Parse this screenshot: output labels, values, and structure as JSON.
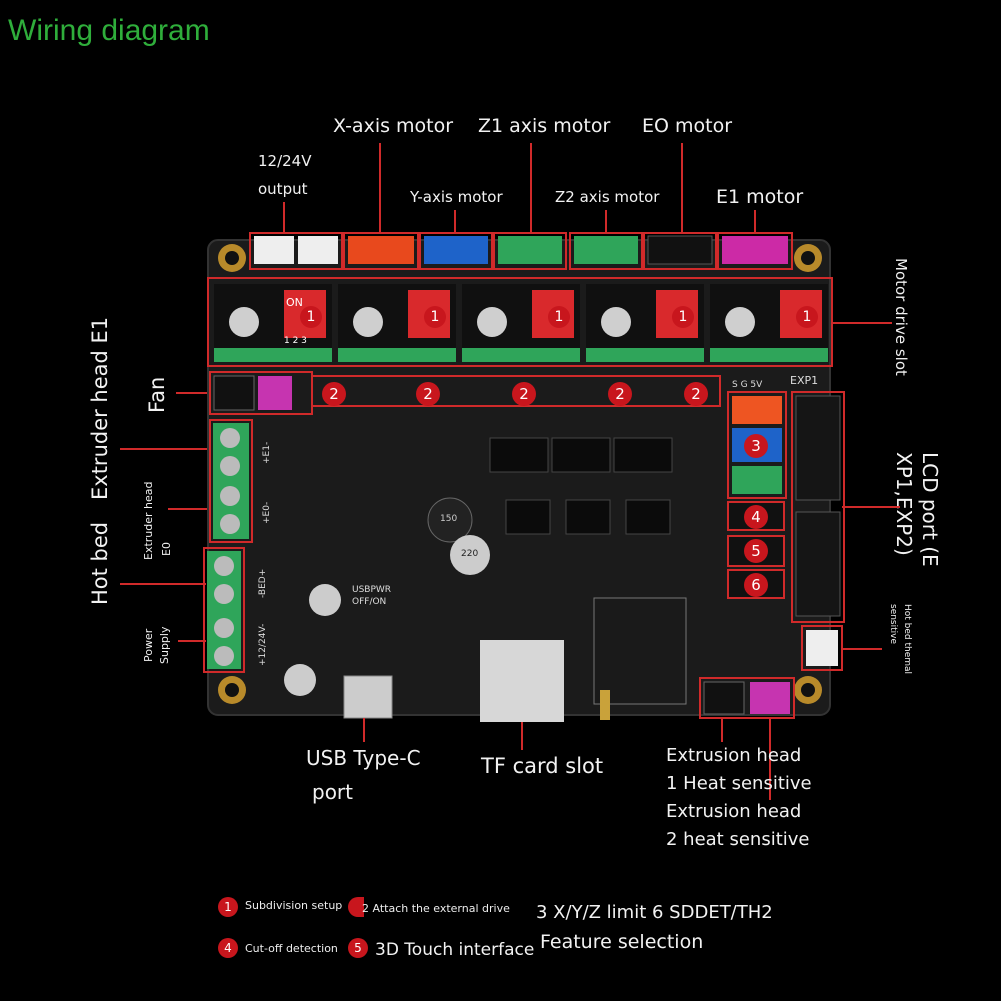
{
  "title": "Wiring diagram",
  "top_labels": {
    "x_axis": "X-axis motor",
    "z1_axis": "Z1 axis motor",
    "e0": "EO motor",
    "y_axis": "Y-axis motor",
    "z2_axis": "Z2 axis motor",
    "e1": "E1 motor",
    "output_line1": "12/24V",
    "output_line2": "output"
  },
  "left_labels": {
    "extruder_e1": "Extruder head E1",
    "fan": "Fan",
    "extruder_e0_line1": "Extruder head",
    "extruder_e0_line2": "E0",
    "hot_bed": "Hot bed",
    "power_line1": "Power",
    "power_line2": "Supply"
  },
  "right_labels": {
    "motor_drive_slot": "Motor drive slot",
    "lcd_line1": "LCD port (E",
    "lcd_line2": "XP1,EXP2)",
    "hotbed_thermal_line1": "Hot bed themal",
    "hotbed_thermal_line2": "sensitive"
  },
  "bottom_labels": {
    "usb_line1": "USB Type-C",
    "usb_line2": "port",
    "tf": "TF card slot",
    "th_line1": "Extrusion head",
    "th_line2": "1 Heat sensitive",
    "th_line3": "Extrusion head",
    "th_line4": "2 heat sensitive"
  },
  "legend": {
    "n1": "1",
    "n4": "4",
    "n5": "5",
    "item1": "Subdivision setup",
    "item2": "2 Attach the external drive",
    "item3": "3 X/Y/Z limit 6 SDDET/TH2",
    "item4": "Cut-off detection",
    "item5": "3D Touch interface",
    "item6": "Feature selection"
  },
  "board": {
    "badge_1": "1",
    "badge_2": "2",
    "badge_3": "3",
    "badge_4": "4",
    "badge_5": "5",
    "badge_6": "6",
    "dip_on": "ON",
    "dip_123": "1 2 3",
    "exp1": "EXP1",
    "sgv": "S G 5V",
    "usbpwr": "USBPWR",
    "offon": "OFF/ON",
    "cap_150": "150",
    "cap_220": "220",
    "e1_pins": "+E1-",
    "e0_pins": "+E0-",
    "bed_pins": "-BED+",
    "vin_pins": "+12/24V-"
  },
  "colors": {
    "accent_red": "#c8161d",
    "title_green": "#2fae3b",
    "pcb": "#1b1b1b",
    "connector_green": "#2fa55a"
  }
}
